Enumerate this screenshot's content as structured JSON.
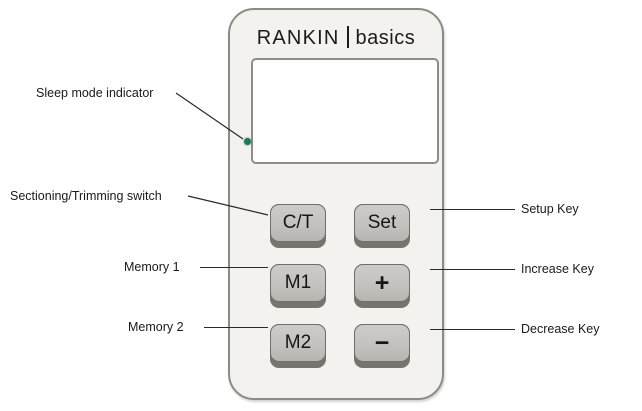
{
  "device": {
    "brand_main": "RANKIN",
    "brand_divider": "|",
    "brand_sub": "basics",
    "screen_content": "",
    "led_name": "sleep-mode-led"
  },
  "keys": [
    {
      "id": "ct",
      "label": "C/T",
      "name": "sectioning-trimming-key"
    },
    {
      "id": "set",
      "label": "Set",
      "name": "setup-key"
    },
    {
      "id": "m1",
      "label": "M1",
      "name": "memory-1-key"
    },
    {
      "id": "plus",
      "label": "+",
      "name": "increase-key"
    },
    {
      "id": "m2",
      "label": "M2",
      "name": "memory-2-key"
    },
    {
      "id": "minus",
      "label": "−",
      "name": "decrease-key"
    }
  ],
  "callouts": {
    "left": [
      {
        "text": "Sleep mode indicator"
      },
      {
        "text": "Sectioning/Trimming switch"
      },
      {
        "text": "Memory 1"
      },
      {
        "text": "Memory 2"
      }
    ],
    "right": [
      {
        "text": "Setup Key"
      },
      {
        "text": "Increase Key"
      },
      {
        "text": "Decrease Key"
      }
    ]
  },
  "colors": {
    "body": "#f3f2ee",
    "body_border": "#8b8b88",
    "key_face": "#c6c5c1",
    "key_base": "#76746f",
    "led_green": "#1f7a55",
    "text": "#1a1a1a",
    "background": "#ffffff"
  }
}
